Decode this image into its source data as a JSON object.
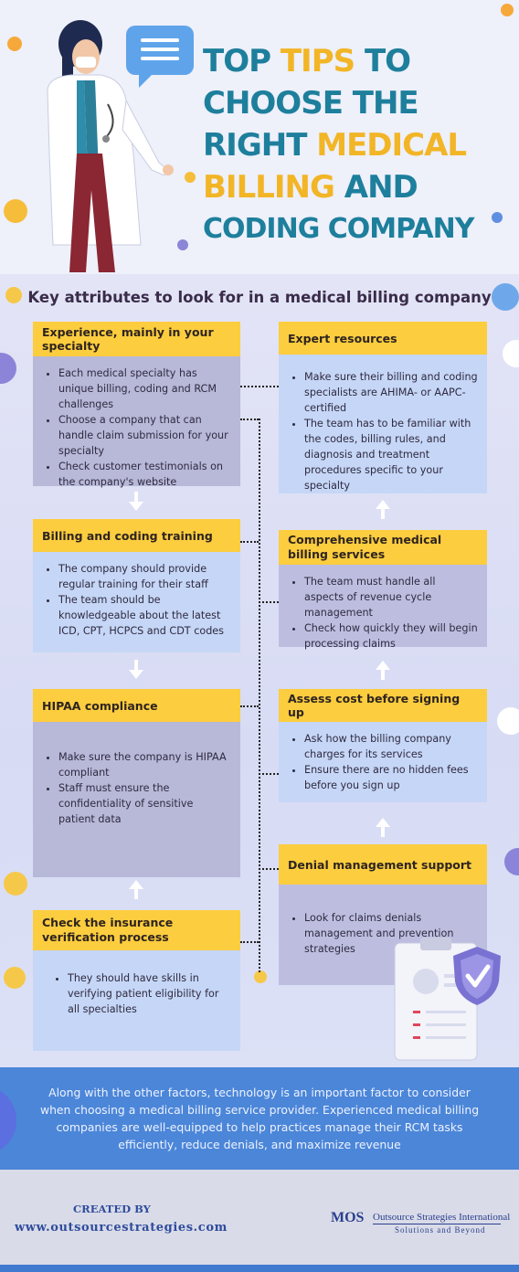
{
  "title": {
    "line1a": "TOP ",
    "line1b": "TIPS",
    "line1c": " TO",
    "line2": "CHOOSE THE",
    "line3a": "RIGHT ",
    "line3b": "MEDICAL",
    "line4a": "BILLING",
    "line4b": " AND",
    "line5": "CODING COMPANY"
  },
  "subtitle": "Key attributes to look for in a medical billing company",
  "cards": {
    "experience": {
      "heading": "Experience, mainly in your specialty",
      "items": [
        "Each medical specialty has unique billing, coding and RCM challenges",
        "Choose a company that can handle claim submission for your specialty",
        "Check customer testimonials on the company's website"
      ]
    },
    "training": {
      "heading": "Billing and coding training",
      "items": [
        "The company should provide regular training for their staff",
        "The team should be knowledgeable about the latest ICD, CPT, HCPCS and CDT codes"
      ]
    },
    "hipaa": {
      "heading": "HIPAA compliance",
      "items": [
        "Make sure the company is HIPAA compliant",
        "Staff must ensure the confidentiality of sensitive patient data"
      ]
    },
    "insurance": {
      "heading": "Check the insurance verification process",
      "items": [
        "They should have skills in verifying patient eligibility for all specialties"
      ]
    },
    "expert": {
      "heading": "Expert resources",
      "items": [
        "Make sure their billing and coding specialists are AHIMA- or AAPC-certified",
        "The team has to be familiar with the codes, billing rules, and diagnosis and treatment procedures specific to your specialty"
      ]
    },
    "comprehensive": {
      "heading": "Comprehensive medical billing services",
      "items": [
        "The team must handle all aspects of revenue cycle management",
        "Check how quickly they will begin processing claims"
      ]
    },
    "cost": {
      "heading": "Assess cost before signing up",
      "items": [
        "Ask how the billing company charges for its services",
        "Ensure there are no hidden fees before you sign up"
      ]
    },
    "denial": {
      "heading": "Denial management support",
      "items": [
        "Look for claims denials management and prevention strategies"
      ]
    }
  },
  "summary": "Along with the other factors, technology is an important factor to consider when choosing a medical billing service provider. Experienced medical billing companies are well-equipped to help practices manage their RCM tasks efficiently, reduce denials, and maximize revenue",
  "footer": {
    "created_by": "CREATED BY",
    "website": "www.outsourcestrategies.com",
    "logo_mark": "MOS",
    "company": "Outsource Strategies International",
    "tagline": "Solutions and Beyond"
  },
  "colors": {
    "teal": "#1d7f9c",
    "yellow": "#f2b526",
    "header_yellow": "#fccd3e",
    "blue_band": "#4b86d8"
  },
  "icons": [
    "doctor-illustration",
    "chat-bubble-icon",
    "clipboard-checklist-icon",
    "shield-check-icon",
    "arrow-down-icon",
    "arrow-up-icon"
  ]
}
